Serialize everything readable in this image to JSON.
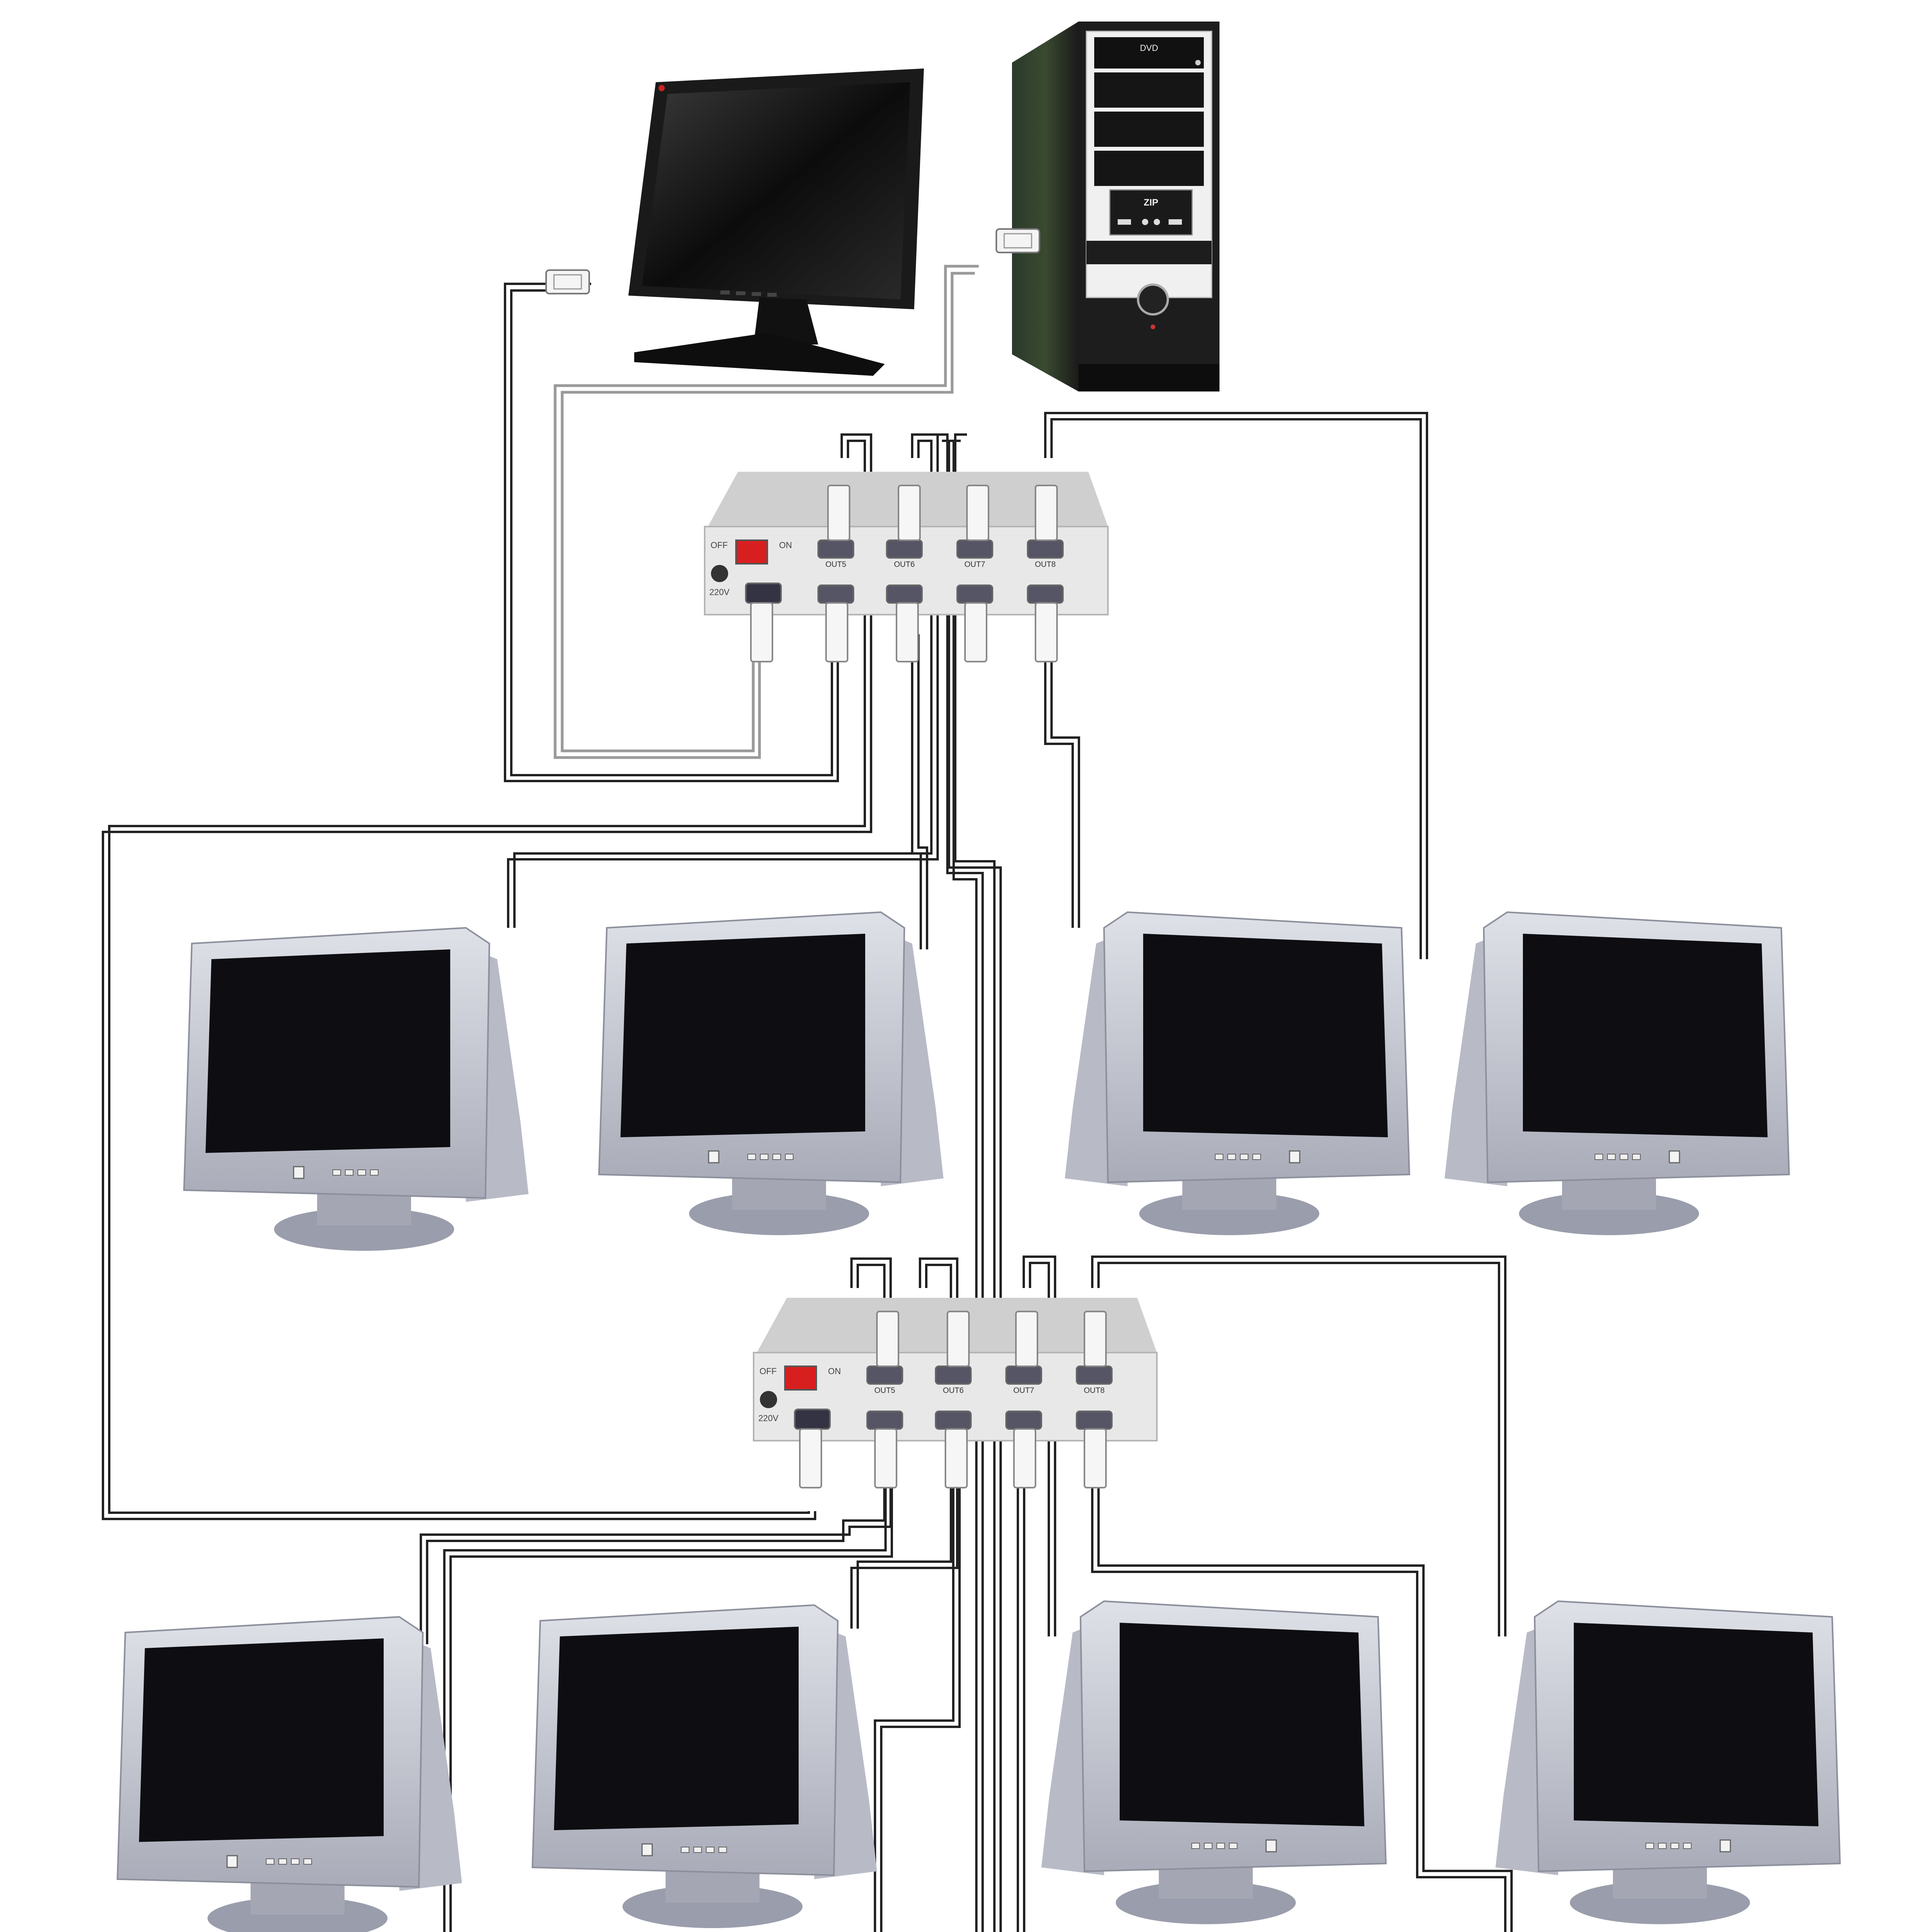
{
  "pc": {
    "tower_labels": {
      "dvd": "DVD",
      "zip": "ZIP"
    }
  },
  "splitters": [
    {
      "switch_labels": {
        "off": "OFF",
        "on": "ON"
      },
      "power_label": "220V",
      "out_labels": [
        "OUT5",
        "OUT6",
        "OUT7",
        "OUT8"
      ]
    },
    {
      "switch_labels": {
        "off": "OFF",
        "on": "ON"
      },
      "power_label": "220V",
      "out_labels": [
        "OUT5",
        "OUT6",
        "OUT7",
        "OUT8"
      ]
    }
  ],
  "crt_monitor_count": 8,
  "colors": {
    "background": "#ffffff",
    "cable": "#222222",
    "cable_grey": "#9a9a9a",
    "crt_body": "#c9ccd6",
    "crt_screen": "#0e0e12",
    "splitter_body": "#dcdcdc",
    "power_switch": "#e02020",
    "tower": "#1b1b1b",
    "lcd": "#151515"
  }
}
